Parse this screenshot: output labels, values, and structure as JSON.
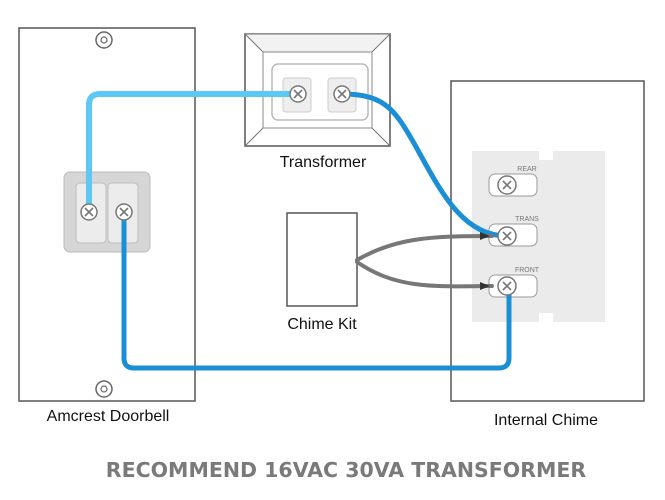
{
  "labels": {
    "transformer": "Transformer",
    "chime_kit": "Chime Kit",
    "doorbell": "Amcrest Doorbell",
    "internal_chime": "Internal Chime"
  },
  "chime_terminals": {
    "rear": "REAR",
    "trans": "TRANS",
    "front": "FRONT"
  },
  "footer": "RECOMMEND 16VAC 30VA TRANSFORMER",
  "colors": {
    "wire_light_blue": "#5bc8f5",
    "wire_blue": "#1b8fd6",
    "wire_gray": "#777777",
    "panel_outline": "#555555"
  }
}
